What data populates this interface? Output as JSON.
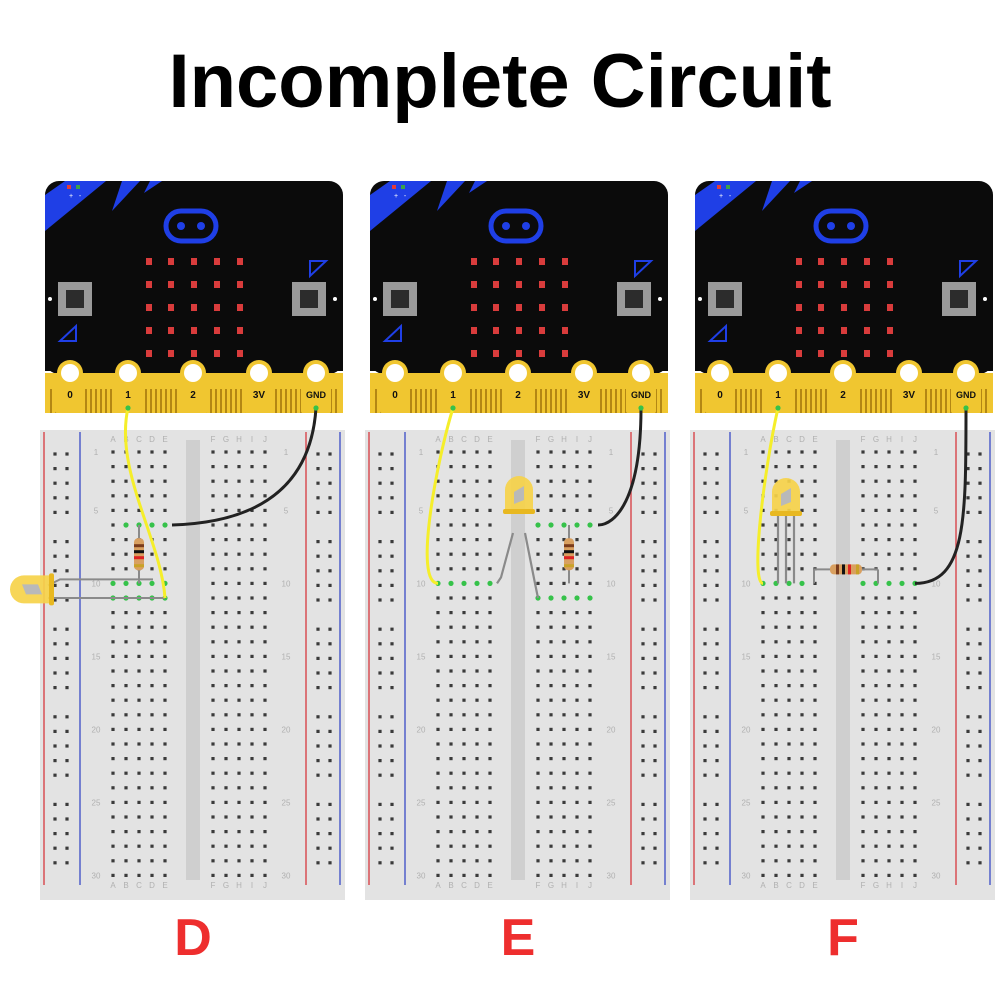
{
  "title": "Incomplete Circuit",
  "colors": {
    "board": "#0b0b0b",
    "board_accent": "#1f3fe6",
    "gold": "#f0c630",
    "led_matrix": "#d93c3c",
    "breadboard": "#e3e3e3",
    "rail_red": "#d8454a",
    "rail_blue": "#4656c8",
    "wire_yellow": "#f5ee2a",
    "wire_black": "#222222",
    "highlight_green": "#36c24a",
    "led_body": "#f6d24a",
    "resistor": "#d9a060",
    "letter": "#ee2e2e"
  },
  "board": {
    "pins": [
      "0",
      "1",
      "2",
      "3V",
      "GND"
    ],
    "logo_marks": [
      "+",
      "-"
    ]
  },
  "breadboard": {
    "columns_left": [
      "A",
      "B",
      "C",
      "D",
      "E"
    ],
    "columns_right": [
      "F",
      "G",
      "H",
      "I",
      "J"
    ],
    "row_numbers": [
      "1",
      "5",
      "10",
      "15",
      "20",
      "25",
      "30"
    ]
  },
  "panels": [
    {
      "id": "D",
      "label": "D"
    },
    {
      "id": "E",
      "label": "E"
    },
    {
      "id": "F",
      "label": "F"
    }
  ]
}
